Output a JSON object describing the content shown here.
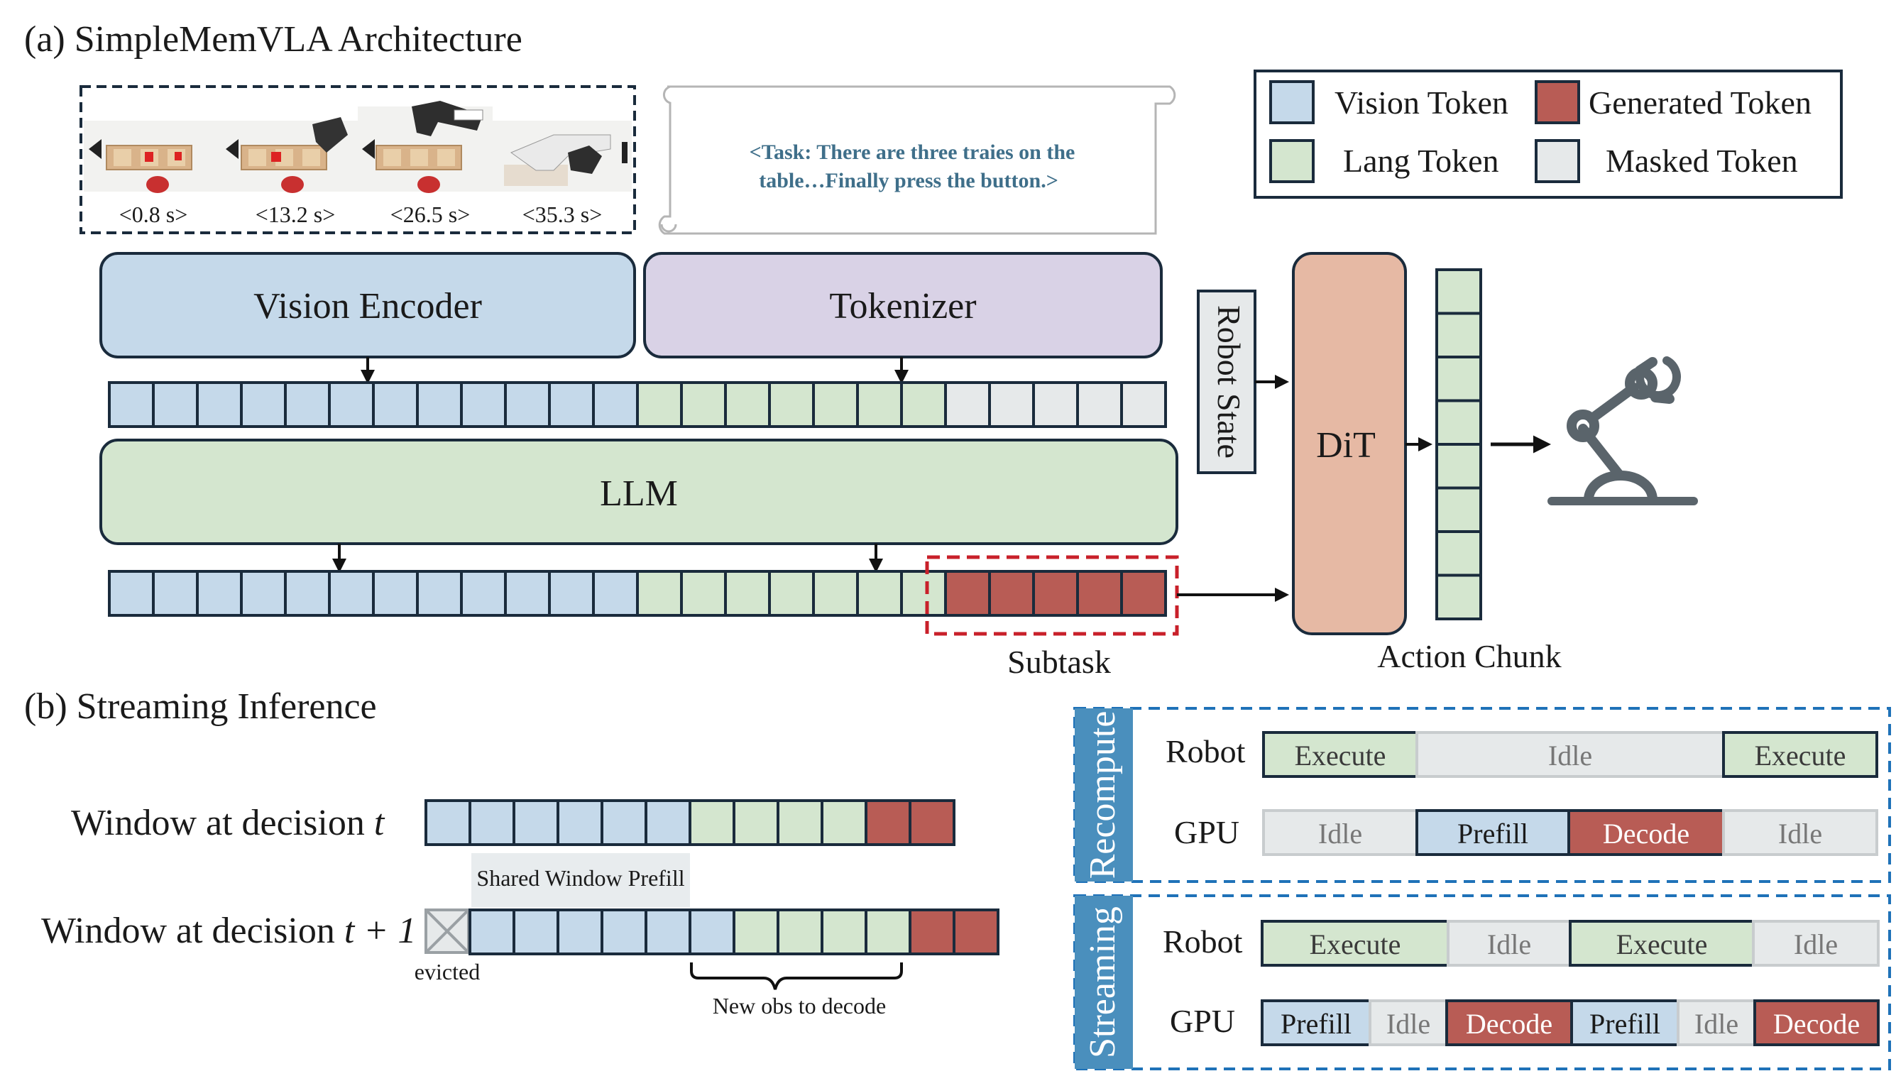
{
  "section_a_title": "(a) SimpleMemVLA Architecture",
  "section_b_title": "(b) Streaming Inference",
  "timestamps": [
    "<0.8 s>",
    "<13.2 s>",
    "<26.5 s>",
    "<35.3 s>"
  ],
  "task_text_line1": "<Task: There are three traies on the",
  "task_text_line2": "table…Finally press the button.>",
  "legend": {
    "vision": "Vision Token",
    "generated": "Generated Token",
    "lang": "Lang Token",
    "masked": "Masked Token"
  },
  "modules": {
    "vision_encoder": "Vision Encoder",
    "tokenizer": "Tokenizer",
    "llm": "LLM",
    "robot_state": "Robot State",
    "dit": "DiT",
    "subtask": "Subtask",
    "action_chunk": "Action Chunk"
  },
  "streaming": {
    "window_t_prefix": "Window at decision ",
    "window_t_var": "t",
    "window_t1_prefix": "Window at decision ",
    "window_t1_var": "t + 1",
    "shared_prefill": "Shared Window Prefill",
    "evicted": "evicted",
    "new_obs": "New obs to decode"
  },
  "recompute": {
    "label": "Recompute",
    "robot_label": "Robot",
    "gpu_label": "GPU",
    "robot_row": [
      "Execute",
      "Idle",
      "Execute"
    ],
    "gpu_row": [
      "Idle",
      "Prefill",
      "Decode",
      "Idle"
    ]
  },
  "streaming_panel": {
    "label": "Streaming",
    "robot_label": "Robot",
    "gpu_label": "GPU",
    "robot_row": [
      "Execute",
      "Idle",
      "Execute",
      "Idle"
    ],
    "gpu_row": [
      "Prefill",
      "Idle",
      "Decode",
      "Prefill",
      "Idle",
      "Decode"
    ]
  },
  "colors": {
    "vision": "#c5d9ea",
    "lang": "#d4e6cf",
    "generated": "#b85c55",
    "masked": "#e6e9ea",
    "prefill": "#c5d9ea",
    "tokenizer": "#d9d2e6",
    "dit": "#e6b9a4",
    "accent_blue": "#1f72b8",
    "panel_label": "#4a8fbd",
    "dashed_red": "#c8202a"
  }
}
